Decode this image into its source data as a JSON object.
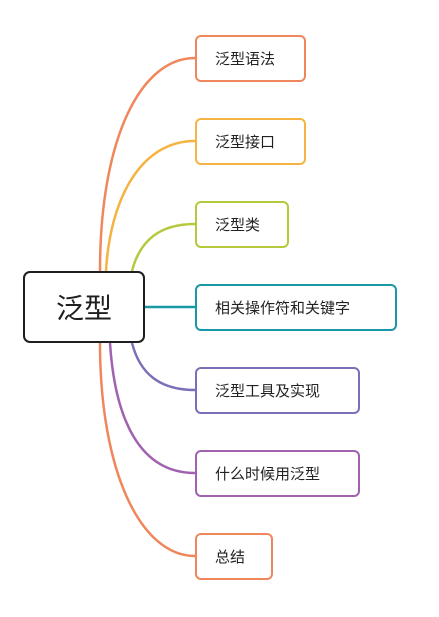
{
  "root": {
    "label": "泛型"
  },
  "branches": [
    {
      "label": "泛型语法",
      "color": "#f0875c"
    },
    {
      "label": "泛型接口",
      "color": "#f5b342"
    },
    {
      "label": "泛型类",
      "color": "#b6c93d"
    },
    {
      "label": "相关操作符和关键字",
      "color": "#1998a6"
    },
    {
      "label": "泛型工具及实现",
      "color": "#7b70b8"
    },
    {
      "label": "什么时候用泛型",
      "color": "#a062b0"
    },
    {
      "label": "总结",
      "color": "#f0875c"
    }
  ]
}
